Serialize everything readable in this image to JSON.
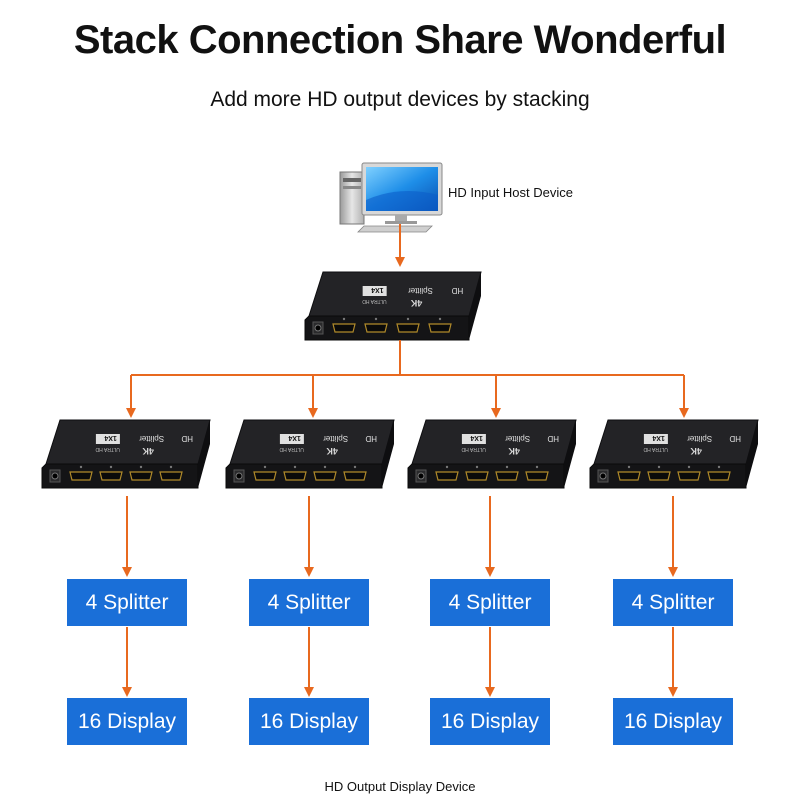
{
  "header": {
    "title": "Stack Connection Share Wonderful",
    "subtitle": "Add more HD output devices by stacking"
  },
  "host": {
    "label": "HD Input Host Device"
  },
  "device": {
    "brand": "HD",
    "model": "Splitter",
    "ports": "1X4",
    "resolution": "4K",
    "tag": "ULTRA HD"
  },
  "columns": [
    {
      "splitter": "4 Splitter",
      "display": "16 Display"
    },
    {
      "splitter": "4 Splitter",
      "display": "16 Display"
    },
    {
      "splitter": "4 Splitter",
      "display": "16 Display"
    },
    {
      "splitter": "4 Splitter",
      "display": "16 Display"
    }
  ],
  "footer": {
    "label": "HD Output Display Device"
  },
  "colors": {
    "arrow": "#e8691f",
    "box": "#1a6fd8",
    "device": "#1b1b1d"
  }
}
